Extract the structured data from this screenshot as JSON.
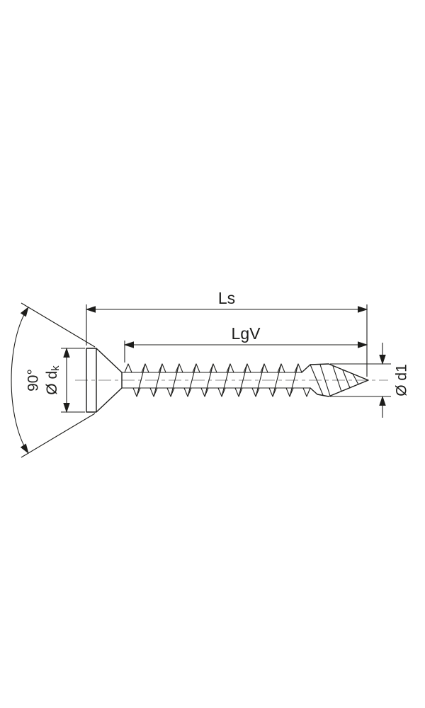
{
  "page": {
    "background": "#ffffff"
  },
  "colors": {
    "line": "#1d1d1b",
    "centerline": "#8c8c8c"
  },
  "diagram": {
    "dimensions": {
      "total_length_label": "Ls",
      "thread_length_label": "LgV",
      "head_angle_label": "90°",
      "head_diameter_label_main": "Ø d",
      "head_diameter_label_sub": "k",
      "outer_thread_diameter_label": "Ø d1"
    }
  }
}
